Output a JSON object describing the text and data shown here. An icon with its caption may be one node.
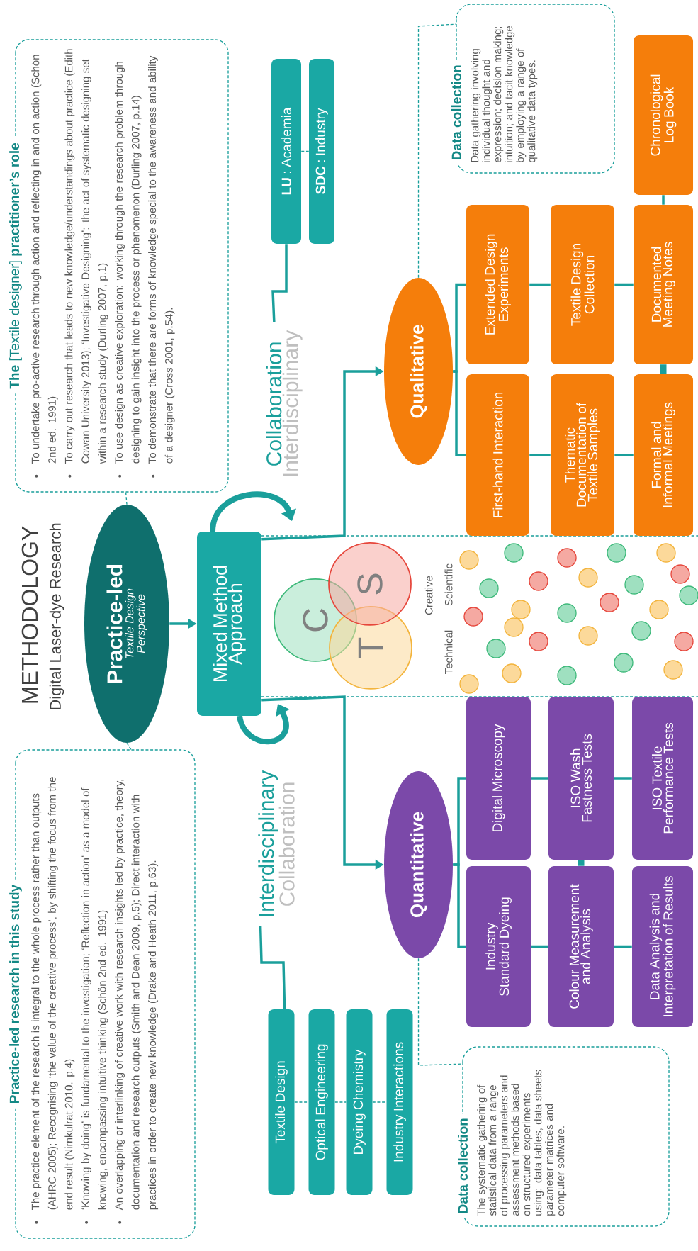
{
  "diagram": {
    "title": "METHODOLOGY",
    "nodes": [
      {
        "text": [
          "Practice-led research in this study",
          "The practice element of the research is integral to the whole process rather than outputs (AHRC 2005); Recognising ‘the value of the creative process’, by shifting the focus from the end result (Nimkulrat 2010. p.4)",
          "‘Knowing by doing’ is fundamental to the investigation; ‘Reflection in action’ as a model of knowing, encompassing intuitive thinking (Schön 2nd ed. 1991)",
          "An overlapping or interlinking of creative work with research insights led by practice, theory, documentation and research outputs (Smith and Dean 2009, p.5); Direct interaction with practices in order to create new knowledge (Drake and Heath 2011, p.63)."
        ]
      },
      {
        "text": [
          "**The** [Textile designer] **practitioner’s role**",
          "To undertake pro-active research through action and reflecting in and on action (Schön 2nd ed. 1991)",
          "To carry out research that leads to new knowledge/understandings about practice (Edith Cowan University 2013); ‘Investigative Designing’: the act of systematic designing set within a research study (Durling 2007, p.1)",
          "To use design as creative exploration: working through the research problem through designing to gain insight into the process or phenomenon (Durling 2007, p.14)",
          "To demonstrate that there are forms of knowledge special to the awareness and ability of a designer (Cross 2001, p.54)."
        ]
      },
      {
        "text": [
          "Practice-led",
          "Textile Design Perspective"
        ]
      },
      {
        "text": [
          "Mixed Method Approach"
        ]
      },
      {
        "text": [
          "Interdisciplinary",
          "Collaboration"
        ]
      },
      {
        "text": [
          "Collaboration",
          "Interdisciplinary"
        ]
      },
      {
        "text": [
          "Textile Design"
        ]
      },
      {
        "text": [
          "Optical Engineering"
        ]
      },
      {
        "text": [
          "Dyeing Chemistry"
        ]
      },
      {
        "text": [
          "Industry Interactions"
        ]
      },
      {
        "text": [
          "**LU** : Academia"
        ]
      },
      {
        "text": [
          "**SDC** : Industry"
        ]
      },
      {
        "text": [
          "C"
        ]
      },
      {
        "text": [
          "T"
        ]
      },
      {
        "text": [
          "S"
        ]
      },
      {
        "text": [
          "Quantitative"
        ]
      },
      {
        "text": [
          "Industry Standard Dyeing"
        ]
      },
      {
        "text": [
          "Digital Microscopy"
        ]
      },
      {
        "text": [
          "Colour Measurement and Analysis"
        ]
      },
      {
        "text": [
          "ISO Wash Fastness Tests"
        ]
      },
      {
        "text": [
          "Data Analysis and Interpretation of Results"
        ]
      },
      {
        "text": [
          "ISO Textile Performance Tests"
        ]
      },
      {
        "text": [
          "Qualitative"
        ]
      },
      {
        "text": [
          "First-hand Interaction"
        ]
      },
      {
        "text": [
          "Extended Design Experiments"
        ]
      },
      {
        "text": [
          "Thematic Documentation of Textile Samples"
        ]
      },
      {
        "text": [
          "Textile Design Collection"
        ]
      },
      {
        "text": [
          "Formal and Informal Meetings"
        ]
      },
      {
        "text": [
          "Documented Meeting Notes"
        ]
      },
      {
        "text": [
          "Chronological Log Book"
        ]
      },
      {
        "text": [
          "Data collection",
          "The systematic gathering of statistical data from a range of processing parameters and assessment methods based on structured experiments using: data tables, data sheets parameter matrices and computer software."
        ]
      },
      {
        "text": [
          "Data collection",
          "Data gathering involving individual thought and expression; decision making; intuition; and tacit knowledge by employing a range of qualitative data types."
        ]
      }
    ],
    "edges": [
      {
        "from": 2,
        "to": 3,
        "arrow": "to"
      },
      {
        "from": 0,
        "to": 2,
        "arrow": "none",
        "style": "dashed"
      },
      {
        "from": 1,
        "to": 2,
        "arrow": "none",
        "style": "dashed"
      },
      {
        "from": 3,
        "to": 15,
        "arrow": "to"
      },
      {
        "from": 3,
        "to": 22,
        "arrow": "to"
      },
      {
        "from": 4,
        "to": 6,
        "arrow": "none"
      },
      {
        "from": 6,
        "to": 7,
        "arrow": "none",
        "style": "dashed"
      },
      {
        "from": 7,
        "to": 8,
        "arrow": "none",
        "style": "dashed"
      },
      {
        "from": 8,
        "to": 9,
        "arrow": "none",
        "style": "dashed"
      },
      {
        "from": 5,
        "to": 10,
        "arrow": "none"
      },
      {
        "from": 10,
        "to": 11,
        "arrow": "none",
        "style": "dashed"
      },
      {
        "from": 15,
        "to": 30,
        "arrow": "none",
        "style": "dashed"
      },
      {
        "from": 15,
        "to": 16,
        "arrow": "none"
      },
      {
        "from": 15,
        "to": 17,
        "arrow": "none"
      },
      {
        "from": 16,
        "to": 18,
        "arrow": "none"
      },
      {
        "from": 18,
        "to": 20,
        "arrow": "none"
      },
      {
        "from": 17,
        "to": 19,
        "arrow": "none"
      },
      {
        "from": 19,
        "to": 21,
        "arrow": "none"
      },
      {
        "from": 18,
        "to": 19,
        "arrow": "none",
        "style": "thick"
      },
      {
        "from": 22,
        "to": 23,
        "arrow": "none"
      },
      {
        "from": 22,
        "to": 24,
        "arrow": "none"
      },
      {
        "from": 23,
        "to": 25,
        "arrow": "none"
      },
      {
        "from": 25,
        "to": 27,
        "arrow": "none"
      },
      {
        "from": 24,
        "to": 26,
        "arrow": "none"
      },
      {
        "from": 26,
        "to": 28,
        "arrow": "none"
      },
      {
        "from": 27,
        "to": 28,
        "arrow": "none",
        "style": "thick"
      },
      {
        "from": 28,
        "to": 29,
        "arrow": "none"
      },
      {
        "from": 22,
        "to": 31,
        "arrow": "none",
        "style": "dashed"
      }
    ],
    "labels": [
      "Digital Laser-dye Research",
      "Creative",
      "Technical",
      "Scientific"
    ]
  }
}
